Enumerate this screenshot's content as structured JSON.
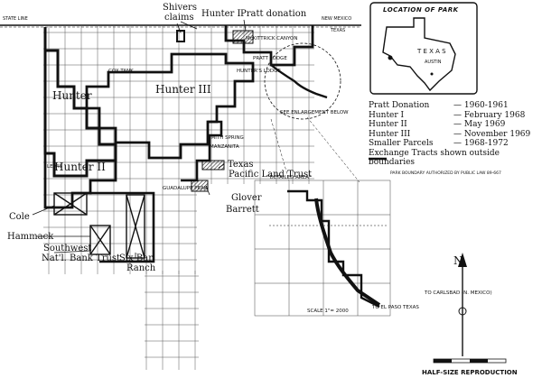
{
  "labels": {
    "state_line": "STATE LINE",
    "new_mexico": "NEW MEXICO",
    "texas_line": "TEXAS",
    "shivers": "Shivers",
    "claims": "claims",
    "hunter_i_top": "Hunter I",
    "pratt_donation": "Pratt donation",
    "hunter_left": "Hunter",
    "hunter_iii": "Hunter III",
    "hunter_ii": "Hunter II",
    "texas_pacific": "Texas",
    "pacific_land_trust": "Pacific Land Trust",
    "glover": "Glover",
    "barrett": "Barrett",
    "cole": "Cole",
    "hammack": "Hammack",
    "southwest": "Southwest",
    "natl_bank": "Nat'l. Bank Trust",
    "six_bar": "Six-Bar",
    "ranch": "Ranch",
    "mckittrick": "McKITTRICK CANYON",
    "pratt_lodge": "PRATT LODGE",
    "hunters_lodge": "HUNTER'S LODGE",
    "guadalupe_peak": "GUADALUPE PEAK",
    "cox_tank": "COX TANK",
    "smith_spring": "SMITH SPRING",
    "manzanita": "MANZANITA",
    "lewis": "LEWIS",
    "detailed_area": "\"DETAILED AREA\"",
    "see_enlargement": "SEE ENLARGEMENT BELOW",
    "half_size": "HALF-SIZE REPRODUCTION",
    "north": "N",
    "to_carlsbad": "TO CARLSBAD (N. MEXICO)",
    "to_el_paso": "TO EL PASO TEXAS",
    "scale": "SCALE 1\"= 2000"
  },
  "inset": {
    "title": "LOCATION OF PARK",
    "texas": "T E X A S",
    "austin": "AUSTIN"
  },
  "legend": {
    "rows": [
      {
        "key": "Pratt Donation",
        "value": "— 1960-1961"
      },
      {
        "key": "Hunter I",
        "value": "— February 1968"
      },
      {
        "key": "Hunter II",
        "value": "— May 1969"
      },
      {
        "key": "Hunter III",
        "value": "— November 1969"
      },
      {
        "key": "Smaller Parcels",
        "value": "— 1968-1972"
      }
    ],
    "exchange": "Exchange Tracts shown outside boundaries",
    "boundary_note": "PARK BOUNDARY AUTHORIZED BY PUBLIC LAW 89-667"
  },
  "footer": {
    "caption": "HALF-SIZE REPRODUCTION"
  }
}
